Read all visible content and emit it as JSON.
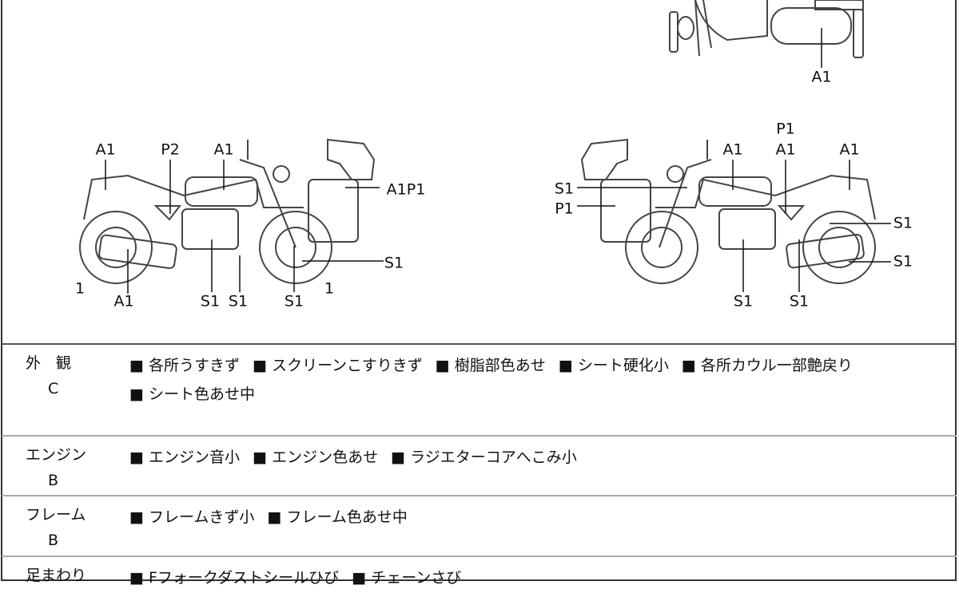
{
  "diagram": {
    "top_view": {
      "labels": [
        "A1"
      ]
    },
    "left_side": {
      "labels": [
        "A1",
        "P2",
        "A1",
        "A1P1",
        "S1",
        "1",
        "A1",
        "S1",
        "S1",
        "S1",
        "1"
      ]
    },
    "right_side": {
      "labels": [
        "P1",
        "A1",
        "A1",
        "A1",
        "S1",
        "P1",
        "S1",
        "S1",
        "S1",
        "S1"
      ]
    }
  },
  "rows": [
    {
      "category": "外　観",
      "grade": "C",
      "items": [
        "各所うすきず",
        "スクリーンこすりきず",
        "樹脂部色あせ",
        "シート硬化小",
        "各所カウル一部艶戻り",
        "シート色あせ中"
      ]
    },
    {
      "category": "エンジン",
      "grade": "B",
      "items": [
        "エンジン音小",
        "エンジン色あせ",
        "ラジエターコアへこみ小"
      ]
    },
    {
      "category": "フレーム",
      "grade": "B",
      "items": [
        "フレームきず小",
        "フレーム色あせ中"
      ]
    },
    {
      "category": "足まわり",
      "grade": "",
      "items": [
        "Fフォークダストシールひび",
        "チェーンさび"
      ]
    }
  ]
}
